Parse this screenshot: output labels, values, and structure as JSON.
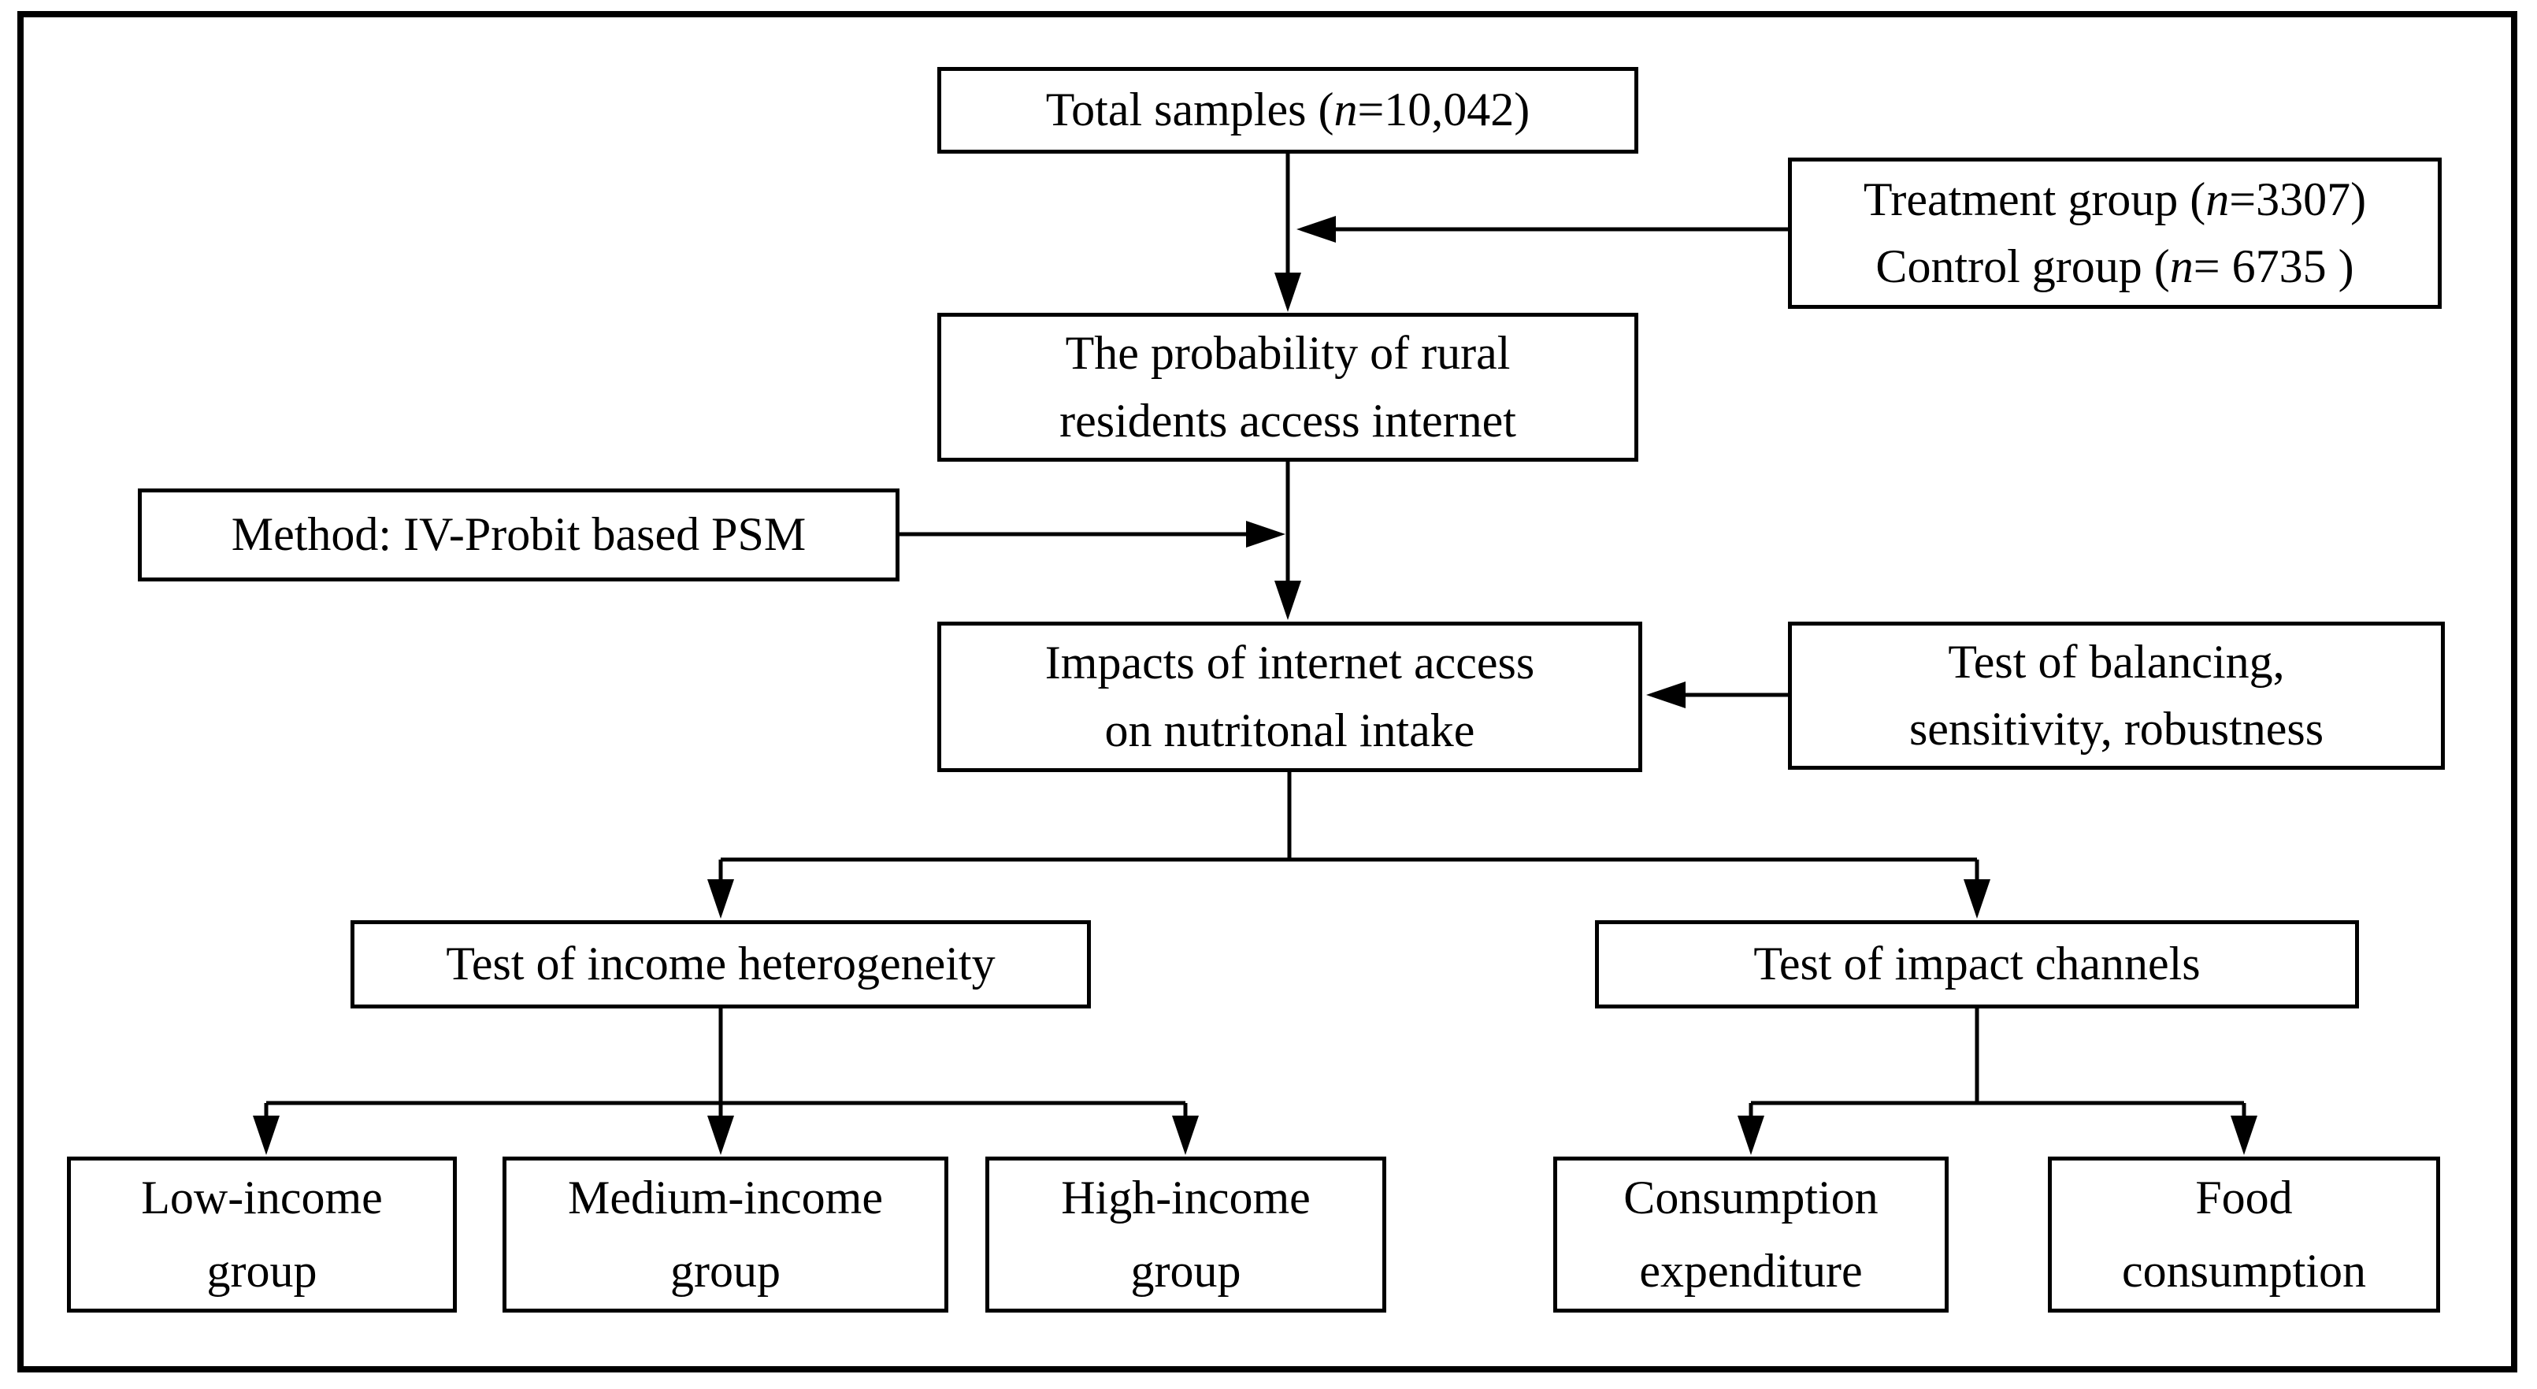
{
  "diagram": {
    "background_color": "#ffffff",
    "line_color": "#000000",
    "node_fill_color": "#ffffff",
    "node_border_color": "#000000",
    "nodes": {
      "total_samples": {
        "lines": [
          [
            {
              "t": "Total samples ("
            },
            {
              "t": "n",
              "i": true
            },
            {
              "t": "=10,042)"
            }
          ]
        ]
      },
      "treatment_control": {
        "lines": [
          [
            {
              "t": "Treatment group ("
            },
            {
              "t": "n",
              "i": true
            },
            {
              "t": "=3307)"
            }
          ],
          [
            {
              "t": "Control group ("
            },
            {
              "t": "n",
              "i": true
            },
            {
              "t": "= 6735 )"
            }
          ]
        ]
      },
      "probability": {
        "lines": [
          [
            {
              "t": "The probability of rural"
            }
          ],
          [
            {
              "t": "residents access internet"
            }
          ]
        ]
      },
      "method": {
        "lines": [
          [
            {
              "t": "Method: IV-Probit based PSM"
            }
          ]
        ]
      },
      "impacts": {
        "lines": [
          [
            {
              "t": "Impacts of internet access"
            }
          ],
          [
            {
              "t": "on nutritonal intake"
            }
          ]
        ]
      },
      "balancing": {
        "lines": [
          [
            {
              "t": "Test of balancing,"
            }
          ],
          [
            {
              "t": "sensitivity, robustness"
            }
          ]
        ]
      },
      "income_heterogeneity": {
        "lines": [
          [
            {
              "t": "Test of income heterogeneity"
            }
          ]
        ]
      },
      "impact_channels": {
        "lines": [
          [
            {
              "t": "Test of impact channels"
            }
          ]
        ]
      },
      "low_income": {
        "lines": [
          [
            {
              "t": "Low-income"
            }
          ],
          [
            {
              "t": "group"
            }
          ]
        ]
      },
      "medium_income": {
        "lines": [
          [
            {
              "t": "Medium-income"
            }
          ],
          [
            {
              "t": "group"
            }
          ]
        ]
      },
      "high_income": {
        "lines": [
          [
            {
              "t": "High-income"
            }
          ],
          [
            {
              "t": "group"
            }
          ]
        ]
      },
      "consumption_expenditure": {
        "lines": [
          [
            {
              "t": "Consumption"
            }
          ],
          [
            {
              "t": "expenditure"
            }
          ]
        ]
      },
      "food_consumption": {
        "lines": [
          [
            {
              "t": "Food"
            }
          ],
          [
            {
              "t": "consumption"
            }
          ]
        ]
      }
    }
  }
}
